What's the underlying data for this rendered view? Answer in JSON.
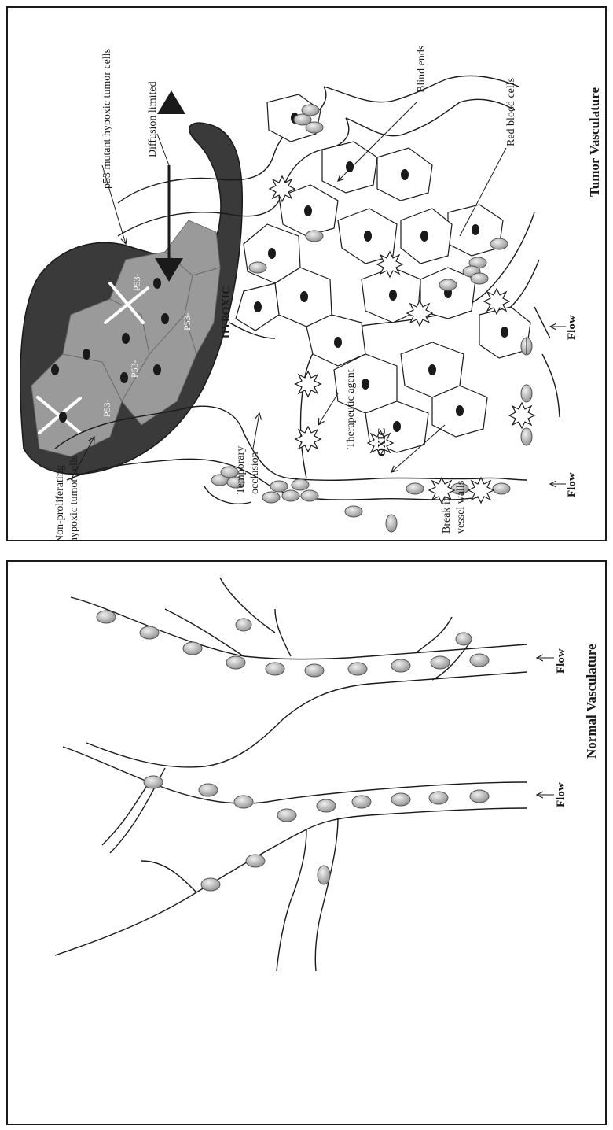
{
  "tumor": {
    "title": "Tumor Vasculature",
    "labels": {
      "p53_mutant": "p53 mutant hypoxic tumor cells",
      "diffusion_limited": "Diffusion limited",
      "blind_ends": "Blind ends",
      "red_blood_cells": "Red blood cells",
      "hypoxic": "HYPOXIC",
      "oxic": "OXIC",
      "therapeutic_agent": "Therapeutic agent",
      "non_proliferating_line1": "Non-proliferating",
      "non_proliferating_line2": "hypoxic tumor cells",
      "temporary_occlusion_line1": "Temporary",
      "temporary_occlusion_line2": "occlusion",
      "break_line1": "Break in",
      "break_line2": "vessel walls",
      "flow_1": "Flow",
      "flow_2": "Flow",
      "p53_a": "P53-",
      "p53_b": "P53-",
      "p53_c": "P53-",
      "p53_d": "P53-"
    }
  },
  "normal": {
    "title": "Normal Vasculature",
    "labels": {
      "flow_1": "Flow",
      "flow_2": "Flow"
    }
  },
  "colors": {
    "mutant_region": "#3a3a3a",
    "mutant_cells": "#9a9a9a",
    "rbc_fill": "#b8b8b8",
    "ink": "#1a1a1a"
  }
}
